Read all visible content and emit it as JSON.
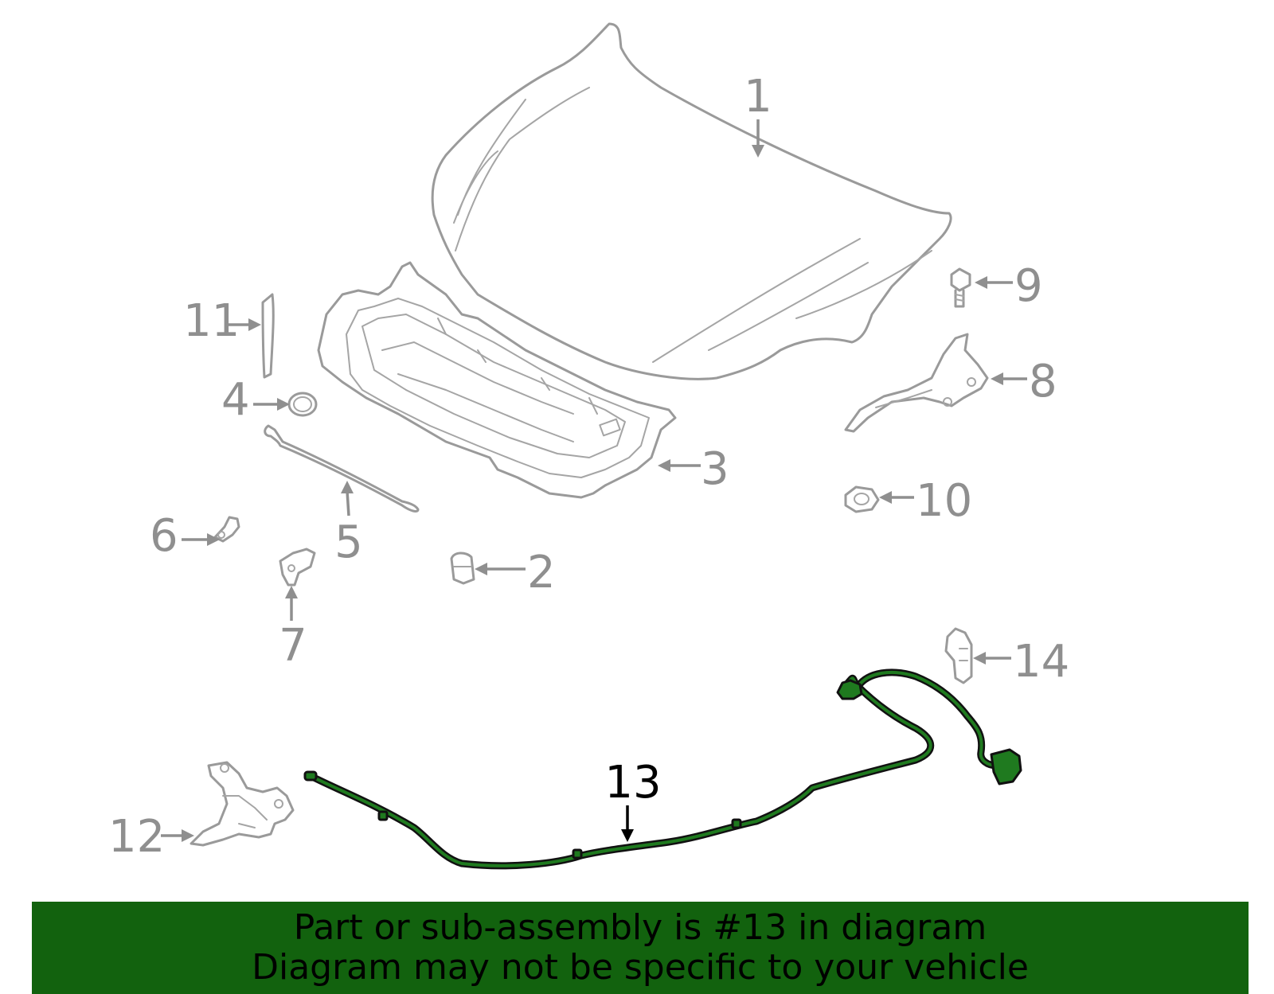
{
  "callouts": {
    "c1": "1",
    "c2": "2",
    "c3": "3",
    "c4": "4",
    "c5": "5",
    "c6": "6",
    "c7": "7",
    "c8": "8",
    "c9": "9",
    "c10": "10",
    "c11": "11",
    "c12": "12",
    "c13": "13",
    "c14": "14"
  },
  "highlighted_part": "13",
  "colors": {
    "highlight_part": "#1f7a1f",
    "banner_background": "#12620e",
    "part_outline": "#9a9a9a",
    "callout_text": "#8f8f8f"
  },
  "banner": {
    "line1": "Part or sub-assembly is #13 in diagram",
    "line2": "Diagram may not be specific to your vehicle"
  }
}
